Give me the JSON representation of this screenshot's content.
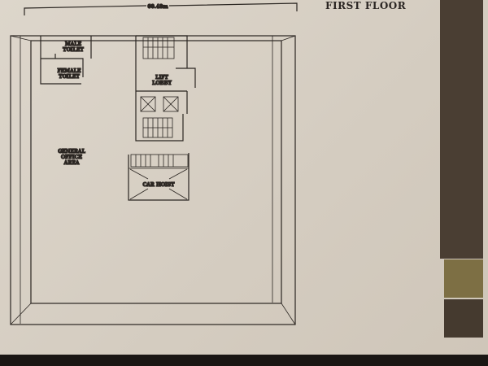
{
  "sheet_title": "FIRST FLOOR",
  "dimension": "60.48m",
  "rooms": {
    "male_toilet": [
      "MALE",
      "TOILET"
    ],
    "female_toilet": [
      "FEMALE",
      "TOILET"
    ],
    "lift_lobby": [
      "LIFT",
      "LOBBY"
    ],
    "general_office": [
      "GENERAL",
      "OFFICE",
      "AREA"
    ],
    "car_hoist": "CAR HOIST"
  },
  "colors": {
    "band": "#4a3e33",
    "swatch_olive": "#7d6f44",
    "swatch_dark": "#453a2f"
  }
}
